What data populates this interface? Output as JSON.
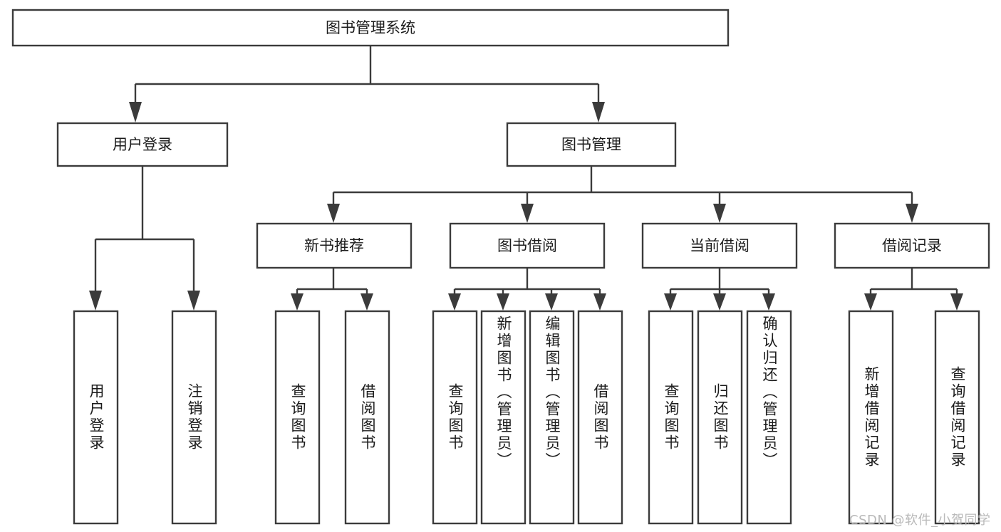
{
  "diagram": {
    "type": "tree",
    "title": "图书管理系统",
    "orientation": "top-down",
    "colors": {
      "box_fill": "#ffffff",
      "box_stroke": "#3b3b3b",
      "text": "#1b1b1b",
      "watermark": "#b9b9b9",
      "background": "#ffffff"
    },
    "root": {
      "label": "图书管理系统",
      "text_direction": "horizontal"
    },
    "level2": [
      {
        "label": "用户登录",
        "text_direction": "horizontal"
      },
      {
        "label": "图书管理",
        "text_direction": "horizontal"
      }
    ],
    "level3": [
      {
        "label": "新书推荐",
        "text_direction": "horizontal"
      },
      {
        "label": "图书借阅",
        "text_direction": "horizontal"
      },
      {
        "label": "当前借阅",
        "text_direction": "horizontal"
      },
      {
        "label": "借阅记录",
        "text_direction": "horizontal"
      }
    ],
    "leaves": {
      "user_login": [
        {
          "label": "用户登录",
          "text_direction": "vertical"
        },
        {
          "label": "注销登录",
          "text_direction": "vertical"
        }
      ],
      "new_book_recommend": [
        {
          "label": "查询图书",
          "text_direction": "vertical"
        },
        {
          "label": "借阅图书",
          "text_direction": "vertical"
        }
      ],
      "book_borrow": [
        {
          "label": "查询图书",
          "text_direction": "vertical"
        },
        {
          "label": "新增图书（管理员）",
          "text_direction": "vertical"
        },
        {
          "label": "编辑图书（管理员）",
          "text_direction": "vertical"
        },
        {
          "label": "借阅图书",
          "text_direction": "vertical"
        }
      ],
      "current_borrow": [
        {
          "label": "查询图书",
          "text_direction": "vertical"
        },
        {
          "label": "归还图书",
          "text_direction": "vertical"
        },
        {
          "label": "确认归还（管理员）",
          "text_direction": "vertical"
        }
      ],
      "borrow_record": [
        {
          "label": "新增借阅记录",
          "text_direction": "vertical"
        },
        {
          "label": "查询借阅记录",
          "text_direction": "vertical"
        }
      ]
    }
  },
  "watermark": {
    "text": "CSDN @软件_小贺同学"
  }
}
